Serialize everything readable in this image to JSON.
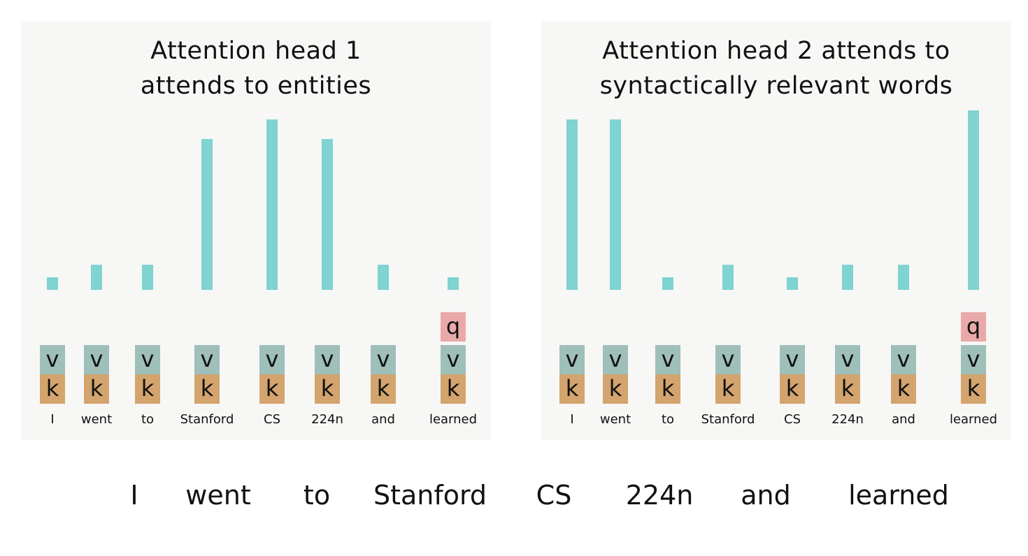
{
  "colors": {
    "bar": "#7fd3d1",
    "value": "#9fbfb9",
    "key": "#d3a46d",
    "query": "#eaa9a9"
  },
  "labels": {
    "query": "q",
    "value": "v",
    "key": "k"
  },
  "heads": [
    {
      "title_lines": [
        "Attention head 1",
        "attends to entities"
      ],
      "words": [
        "I",
        "went",
        "to",
        "Stanford",
        "CS",
        "224n",
        "and",
        "learned"
      ],
      "attention": [
        0.07,
        0.14,
        0.14,
        0.84,
        0.95,
        0.84,
        0.14,
        0.07
      ],
      "query_index": 7
    },
    {
      "title_lines": [
        "Attention head 2 attends to",
        "syntactically relevant words"
      ],
      "words": [
        "I",
        "went",
        "to",
        "Stanford",
        "CS",
        "224n",
        "and",
        "learned"
      ],
      "attention": [
        0.95,
        0.95,
        0.07,
        0.14,
        0.07,
        0.14,
        0.14,
        1.0
      ],
      "query_index": 7
    }
  ],
  "sentence": [
    "I",
    "went",
    "to",
    "Stanford",
    "CS",
    "224n",
    "and",
    "learned"
  ]
}
